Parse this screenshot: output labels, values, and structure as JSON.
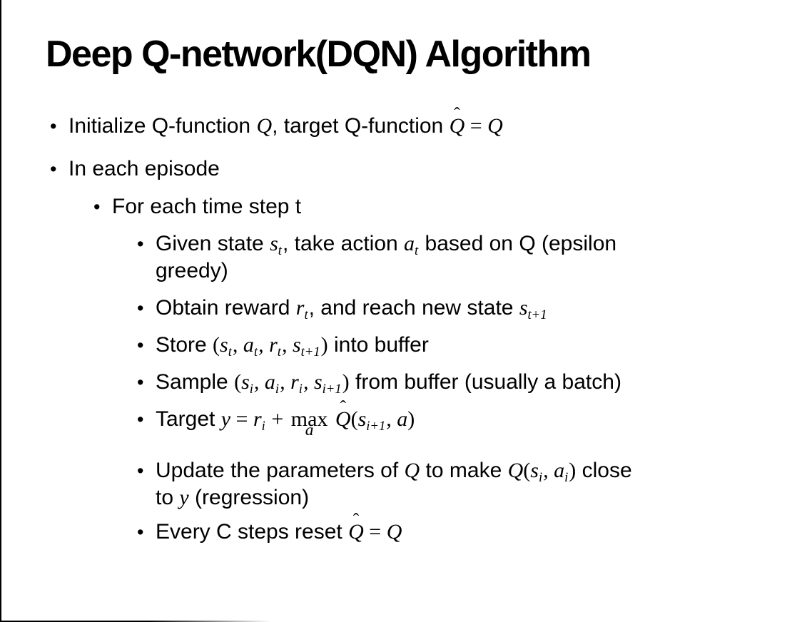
{
  "slide": {
    "title": "Deep Q-network(DQN) Algorithm",
    "bullet_glyph": "•",
    "colors": {
      "background": "#ffffff",
      "text": "#000000",
      "border": "#000000"
    },
    "bullets": [
      {
        "level": 1,
        "segments": [
          {
            "t": "Initialize Q-function "
          },
          {
            "m": "Q"
          },
          {
            "t": ", target Q-function "
          },
          {
            "hat": "Q"
          },
          {
            "r": " = "
          },
          {
            "m": "Q"
          }
        ]
      },
      {
        "level": 1,
        "segments": [
          {
            "t": "In each episode"
          }
        ]
      },
      {
        "level": 2,
        "segments": [
          {
            "t": "For each time step t"
          }
        ]
      },
      {
        "level": 3,
        "segments": [
          {
            "t": "Given state "
          },
          {
            "m": "s"
          },
          {
            "sub": "t"
          },
          {
            "t": ", take action "
          },
          {
            "m": "a"
          },
          {
            "sub": "t"
          },
          {
            "t": " based on Q (epsilon"
          },
          {
            "br": true
          },
          {
            "t": "greedy)"
          }
        ]
      },
      {
        "level": 3,
        "segments": [
          {
            "t": "Obtain reward "
          },
          {
            "m": "r"
          },
          {
            "sub": "t"
          },
          {
            "t": ", and reach new state "
          },
          {
            "m": "s"
          },
          {
            "sub": "t+1"
          }
        ]
      },
      {
        "level": 3,
        "segments": [
          {
            "t": "Store "
          },
          {
            "r": "("
          },
          {
            "m": "s"
          },
          {
            "sub": "t"
          },
          {
            "m": ", a"
          },
          {
            "sub": "t"
          },
          {
            "m": ", r"
          },
          {
            "sub": "t"
          },
          {
            "m": ", s"
          },
          {
            "sub": "t+1"
          },
          {
            "r": ")"
          },
          {
            "t": " into buffer"
          }
        ]
      },
      {
        "level": 3,
        "segments": [
          {
            "t": "Sample "
          },
          {
            "r": "("
          },
          {
            "m": "s"
          },
          {
            "sub": "i"
          },
          {
            "m": ", a"
          },
          {
            "sub": "i"
          },
          {
            "m": ", r"
          },
          {
            "sub": "i"
          },
          {
            "m": ", s"
          },
          {
            "sub": "i+1"
          },
          {
            "r": ")"
          },
          {
            "t": " from buffer (usually a batch)"
          }
        ]
      },
      {
        "level": 3,
        "segments": [
          {
            "t": "Target "
          },
          {
            "m": "y"
          },
          {
            "r": " = "
          },
          {
            "m": "r"
          },
          {
            "sub": "i"
          },
          {
            "r": " + "
          },
          {
            "stack": {
              "top": "max",
              "under": "a"
            }
          },
          {
            "r": " "
          },
          {
            "hat": "Q"
          },
          {
            "r": "("
          },
          {
            "m": "s"
          },
          {
            "sub": "i+1"
          },
          {
            "m": ", a"
          },
          {
            "r": ")"
          }
        ]
      },
      {
        "level": 3,
        "segments": [
          {
            "t": "Update the parameters of "
          },
          {
            "m": "Q"
          },
          {
            "t": " to make "
          },
          {
            "m": "Q"
          },
          {
            "r": "("
          },
          {
            "m": "s"
          },
          {
            "sub": "i"
          },
          {
            "m": ", a"
          },
          {
            "sub": "i"
          },
          {
            "r": ")"
          },
          {
            "t": " close"
          },
          {
            "br": true
          },
          {
            "t": "to "
          },
          {
            "m": "y"
          },
          {
            "t": " (regression)"
          }
        ]
      },
      {
        "level": 3,
        "segments": [
          {
            "t": "Every C steps reset "
          },
          {
            "hat": "Q"
          },
          {
            "r": " = "
          },
          {
            "m": "Q"
          }
        ]
      }
    ]
  }
}
